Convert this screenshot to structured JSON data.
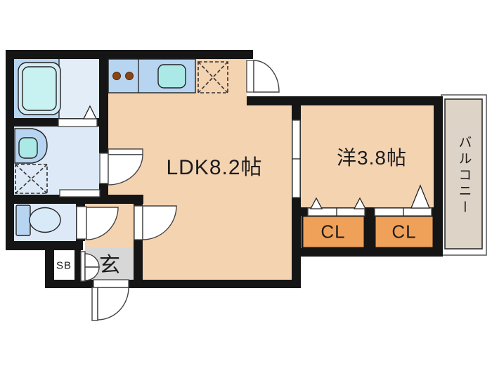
{
  "plan": {
    "ldk_label": "LDK8.2帖",
    "bedroom_label": "洋3.8帖",
    "closet_left_label": "CL",
    "closet_right_label": "CL",
    "balcony_label": "バルコニー",
    "entrance_label": "玄",
    "shoebox_label": "SB"
  },
  "colors": {
    "wall": "#151515",
    "room_peach": "#f4d3b1",
    "closet_orange": "#f0a159",
    "entrance_gray": "#d7d7d7",
    "balcony_beige": "#ddd3c6",
    "wet_floor_light": "#dde9f6",
    "bath_floor_blue": "#b7d5f1",
    "bath_floor_right": "#e3edf8",
    "fixture_blue": "#b7d5f1",
    "fixture_cyan": "#abe9e6",
    "tub_fill": "#d4ebf4",
    "tub_inner": "#c8f1f1",
    "toilet_bowl": "#d8e9f8",
    "burner_brown": "#8a4515",
    "white": "#ffffff",
    "text": "#1c1c1c"
  }
}
